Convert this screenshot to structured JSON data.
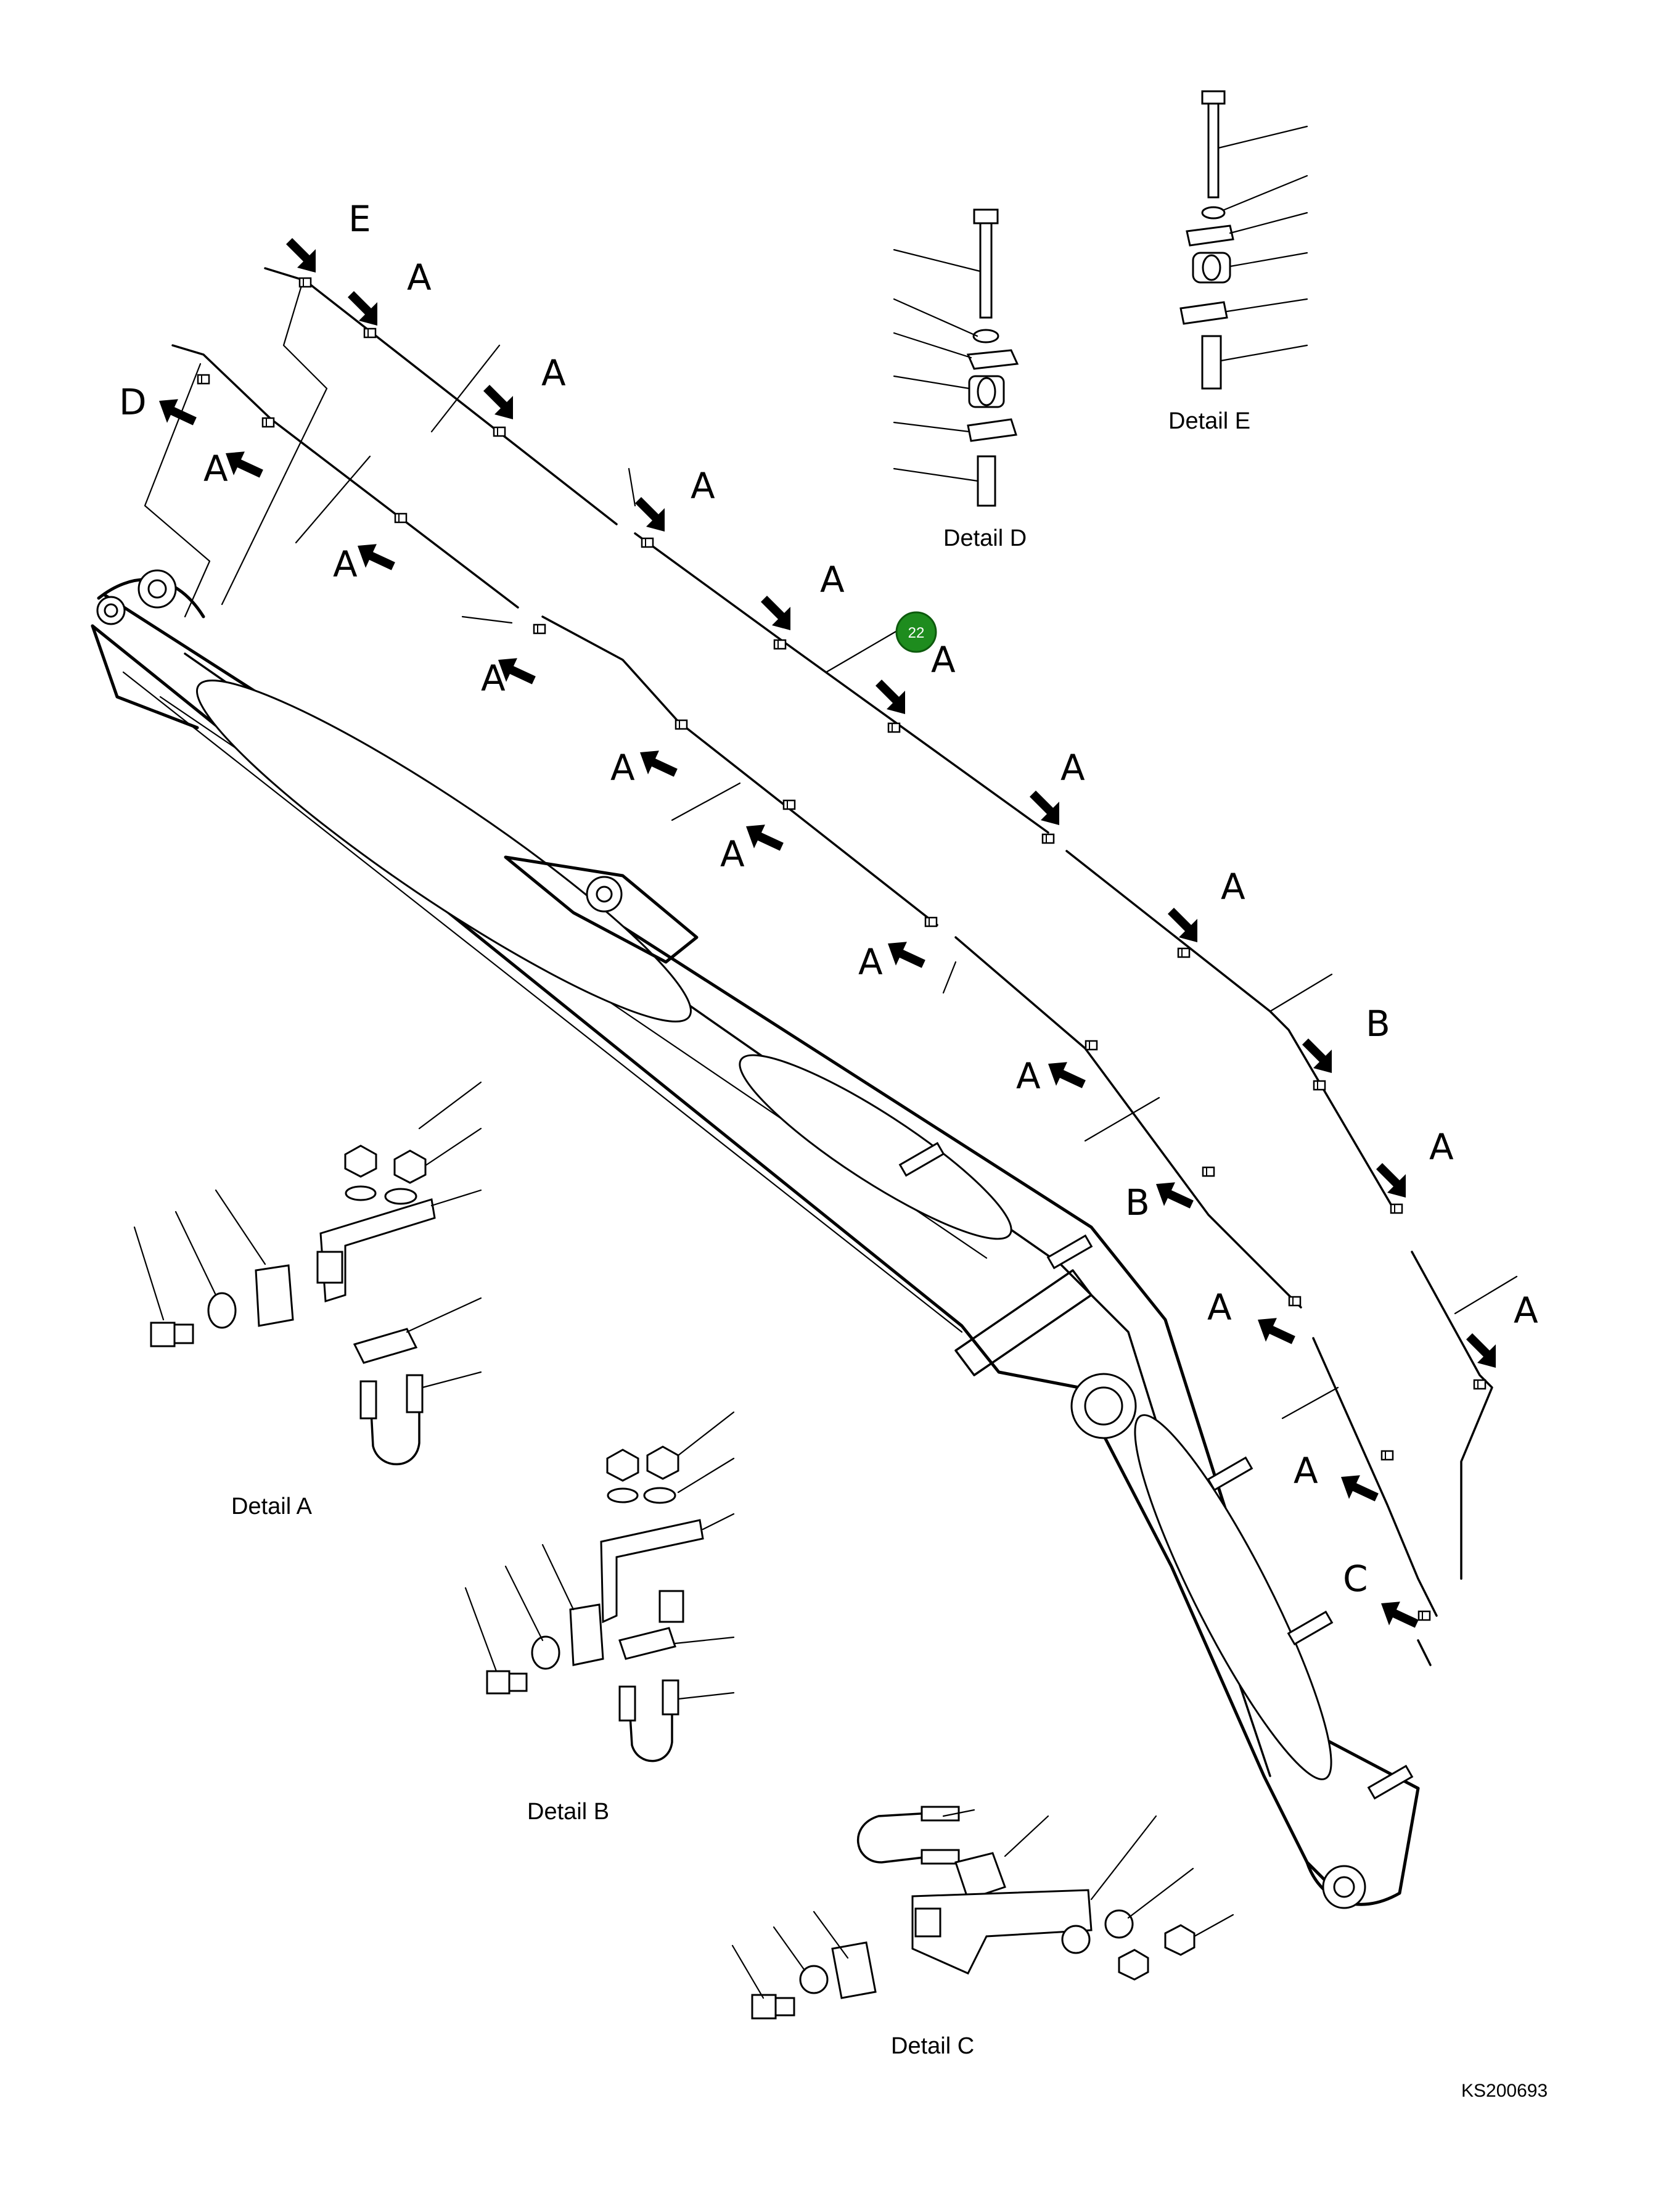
{
  "callouts": {
    "e": "E",
    "d": "D",
    "a": "A",
    "b": "B",
    "c": "C"
  },
  "details": {
    "a": "Detail A",
    "b": "Detail B",
    "c": "Detail C",
    "d": "Detail D",
    "e": "Detail E"
  },
  "marker": {
    "label": "22",
    "color": "#1e8c1e"
  },
  "drawing_code": "KS200693"
}
